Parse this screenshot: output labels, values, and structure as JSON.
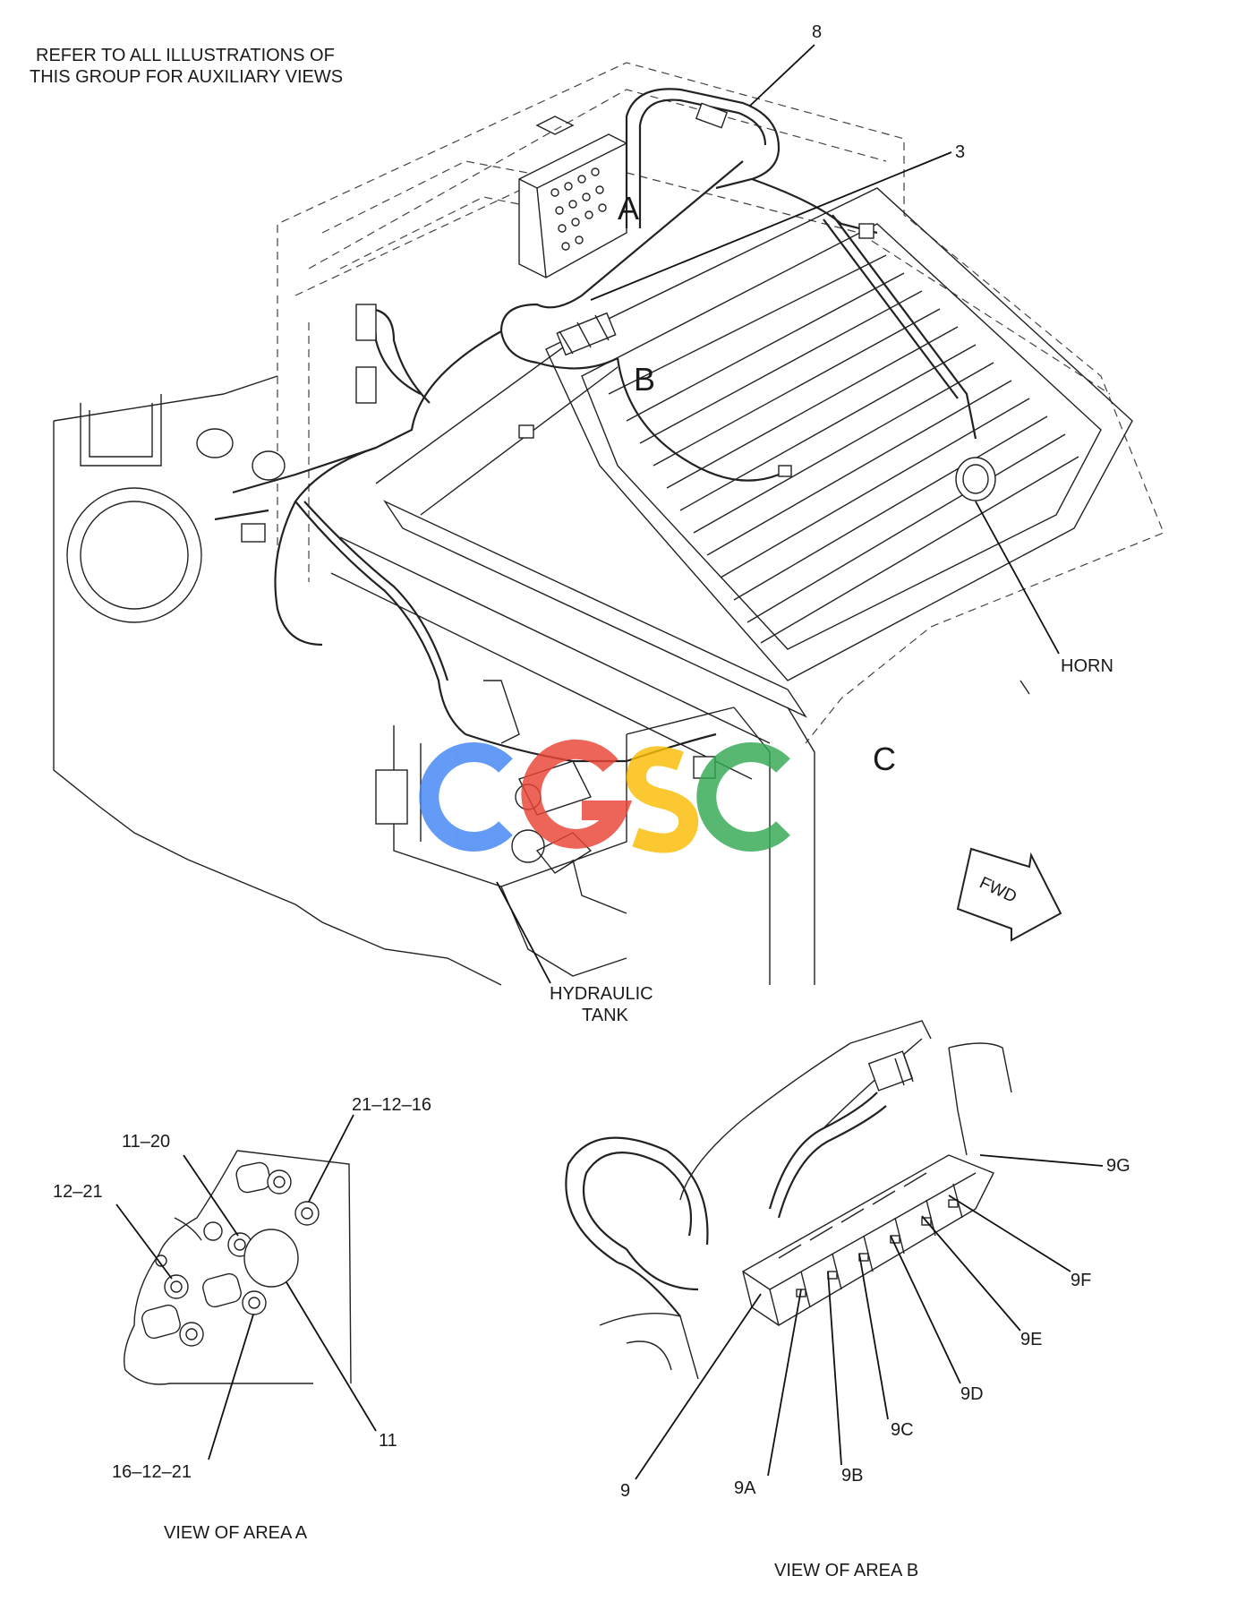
{
  "notes": {
    "refer_line1": "REFER TO ALL ILLUSTRATIONS OF",
    "refer_line2": "THIS GROUP FOR AUXILIARY VIEWS"
  },
  "area_letters": {
    "a": "A",
    "b": "B",
    "c": "C"
  },
  "callouts": {
    "c8": "8",
    "c3": "3",
    "horn": "HORN",
    "hydraulic_line1": "HYDRAULIC",
    "hydraulic_line2": "TANK"
  },
  "fwd_label": "FWD",
  "view_a": {
    "title": "VIEW OF AREA  A",
    "labels": {
      "l21_12_16": "21–12–16",
      "l11_20": "11–20",
      "l12_21": "12–21",
      "l11": "11",
      "l16_12_21": "16–12–21"
    }
  },
  "view_b": {
    "title": "VIEW OF AREA  B",
    "labels": {
      "l9g": "9G",
      "l9f": "9F",
      "l9e": "9E",
      "l9d": "9D",
      "l9c": "9C",
      "l9b": "9B",
      "l9a": "9A",
      "l9": "9"
    }
  },
  "watermark": {
    "letters": [
      "C",
      "G",
      "S",
      "C"
    ],
    "colors": [
      "#4285F4",
      "#EA4335",
      "#FBBC05",
      "#34A853"
    ]
  }
}
